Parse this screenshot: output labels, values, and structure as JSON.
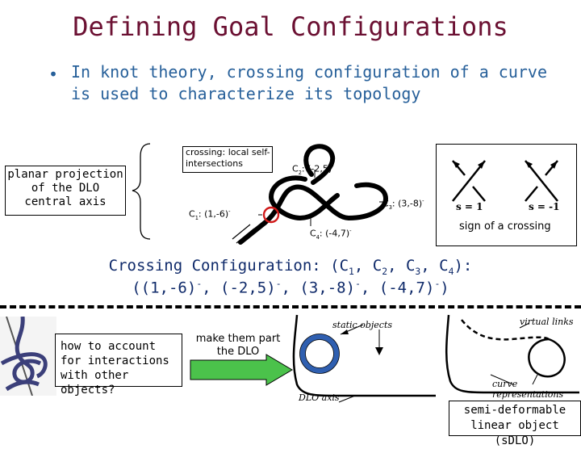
{
  "slide": {
    "title": "Defining Goal Configurations",
    "bullet_char": "•",
    "bullet_text": "In knot theory, crossing configuration of a curve is used to characterize its topology"
  },
  "knot_panel": {
    "planar_label": "planar projection of the DLO central axis",
    "crossing_label": "crossing: local self-intersections",
    "c1": {
      "name": "C",
      "sub": "1",
      "value": ": (1,-6)",
      "sup": "-"
    },
    "c2": {
      "name": "C",
      "sub": "2",
      "value": ": (-2,5)",
      "sup": "-"
    },
    "c3": {
      "name": "C",
      "sub": "3",
      "value": ": (3,-8)",
      "sup": "-"
    },
    "c4": {
      "name": "C",
      "sub": "4",
      "value": ": (-4,7)",
      "sup": "-"
    }
  },
  "sign_panel": {
    "left_label": "s = 1",
    "right_label": "s = -1",
    "caption": "sign of a crossing"
  },
  "crossing_configuration": {
    "line1": "Crossing Configuration: (C1, C2, C3, C4):",
    "line2": "((1,-6)-, (-2,5)-, (3,-8)-, (-4,7)-)"
  },
  "bottom": {
    "question": "how to account for interactions with other objects?",
    "arrow_label": "make them part the DLO",
    "static_objects": "static objects",
    "dlo_axis": "DLO axis",
    "virtual_links": "virtual links",
    "curve_representations": "curve representations",
    "sdlo_label": "semi-deformable linear object (sDLO)"
  },
  "colors": {
    "title": "#6b1032",
    "bullet": "#27609a",
    "configuration_text": "#0f2a6a",
    "arrow_fill": "#4bc24b",
    "ring": "#2f5fb0",
    "marker": "#d11a1a"
  }
}
